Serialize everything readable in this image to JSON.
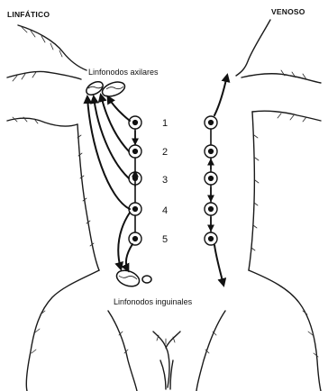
{
  "labels": {
    "left_title": "LINFÁTICO",
    "right_title": "VENOSO",
    "axillary": "Linfonodos axilares",
    "inguinal": "Linfonodos inguinales"
  },
  "mammary_numbers": [
    "1",
    "2",
    "3",
    "4",
    "5"
  ]
}
